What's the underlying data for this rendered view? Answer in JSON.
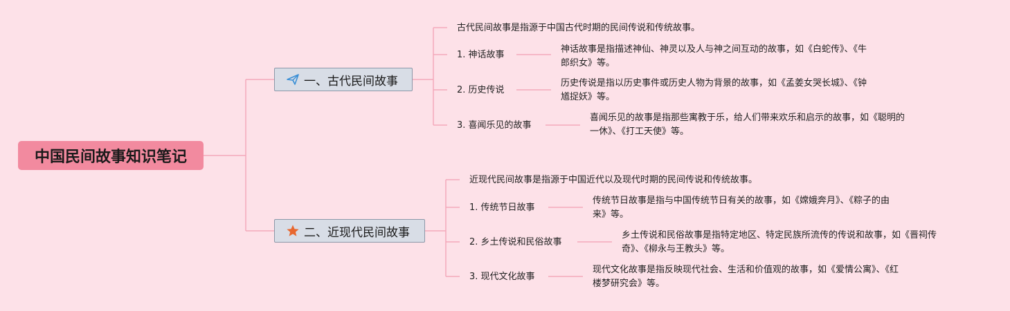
{
  "root": {
    "title": "中国民间故事知识笔记"
  },
  "colors": {
    "background": "#fde1e8",
    "root_fill": "#f28a9f",
    "branch_fill": "#d8dde6",
    "line": "#f3a9ba"
  },
  "branches": [
    {
      "title": "一、古代民间故事",
      "icon": "paper-plane-icon",
      "intro": "古代民间故事是指源于中国古代时期的民间传说和传统故事。",
      "items": [
        {
          "label": "1. 神话故事",
          "desc_line1": "神话故事是指描述神仙、神灵以及人与神之间互动的故事，如《白蛇传》、《牛",
          "desc_line2": "郎织女》等。"
        },
        {
          "label": "2. 历史传说",
          "desc_line1": "历史传说是指以历史事件或历史人物为背景的故事，如《孟姜女哭长城》、《钟",
          "desc_line2": "馗捉妖》等。"
        },
        {
          "label": "3. 喜闻乐见的故事",
          "desc_line1": "喜闻乐见的故事是指那些寓教于乐，给人们带来欢乐和启示的故事，如《聪明的",
          "desc_line2": "一休》、《打工天使》等。"
        }
      ]
    },
    {
      "title": "二、近现代民间故事",
      "icon": "star-icon",
      "intro": "近现代民间故事是指源于中国近代以及现代时期的民间传说和传统故事。",
      "items": [
        {
          "label": "1. 传统节日故事",
          "desc_line1": "传统节日故事是指与中国传统节日有关的故事，如《嫦娥奔月》、《粽子的由",
          "desc_line2": "来》等。"
        },
        {
          "label": "2. 乡土传说和民俗故事",
          "desc_line1": "乡土传说和民俗故事是指特定地区、特定民族所流传的传说和故事，如《晋祠传",
          "desc_line2": "奇》、《柳永与王教头》等。"
        },
        {
          "label": "3. 现代文化故事",
          "desc_line1": "现代文化故事是指反映现代社会、生活和价值观的故事，如《爱情公寓》、《红",
          "desc_line2": "楼梦研究会》等。"
        }
      ]
    }
  ]
}
